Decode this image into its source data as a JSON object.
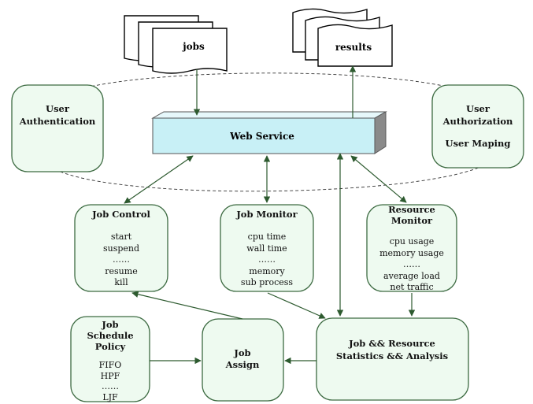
{
  "documents": {
    "jobs_label": "jobs",
    "results_label": "results"
  },
  "web_service": {
    "label": "Web Service"
  },
  "user_authentication": {
    "line1": "User",
    "line2": "Authentication"
  },
  "user_authorization": {
    "line1": "User",
    "line2": "Authorization",
    "line3": "User Maping"
  },
  "job_control": {
    "title": "Job Control",
    "items": [
      "start",
      "suspend",
      "……",
      "resume",
      "kill"
    ]
  },
  "job_monitor": {
    "title": "Job Monitor",
    "items": [
      "cpu time",
      "wall time",
      "……",
      "memory",
      "sub process"
    ]
  },
  "resource_monitor": {
    "title_line1": "Resource",
    "title_line2": "Monitor",
    "items": [
      "cpu usage",
      "memory usage",
      "……",
      "average load",
      "net traffic"
    ]
  },
  "job_schedule_policy": {
    "title_line1": "Job",
    "title_line2": "Schedule",
    "title_line3": "Policy",
    "items": [
      "FIFO",
      "HPF",
      "……",
      "LJF"
    ]
  },
  "job_assign": {
    "line1": "Job",
    "line2": "Assign"
  },
  "statistics": {
    "line1": "Job && Resource",
    "line2": "Statistics && Analysis"
  },
  "colors": {
    "box_fill": "#eefaf0",
    "box_stroke": "#3d6b42",
    "arrow": "#2d5a2f",
    "web_service_front": "#c8f0f6",
    "web_service_top": "#e6f8fb",
    "web_service_side": "#8a8a8a"
  }
}
